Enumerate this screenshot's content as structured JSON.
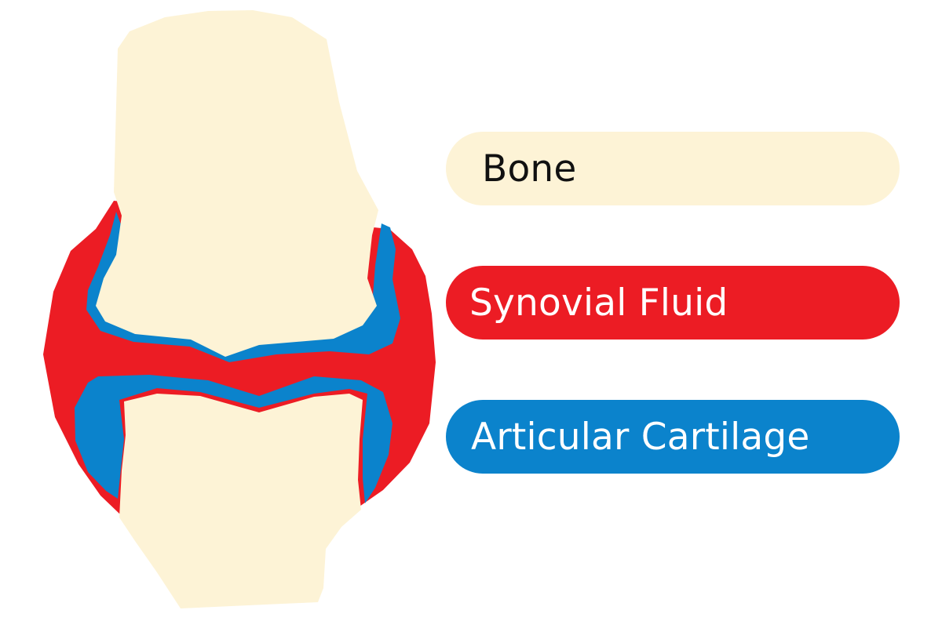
{
  "legend": {
    "items": [
      {
        "label": "Bone",
        "color": "#fdf3d6",
        "text_color": "#111111"
      },
      {
        "label": "Synovial Fluid",
        "color": "#ec1c24",
        "text_color": "#ffffff"
      },
      {
        "label": "Articular Cartilage",
        "color": "#0b83cc",
        "text_color": "#ffffff"
      }
    ]
  },
  "diagram": {
    "bone_color": "#fdf3d6",
    "fluid_color": "#ec1c24",
    "cartilage_color": "#0b83cc"
  }
}
